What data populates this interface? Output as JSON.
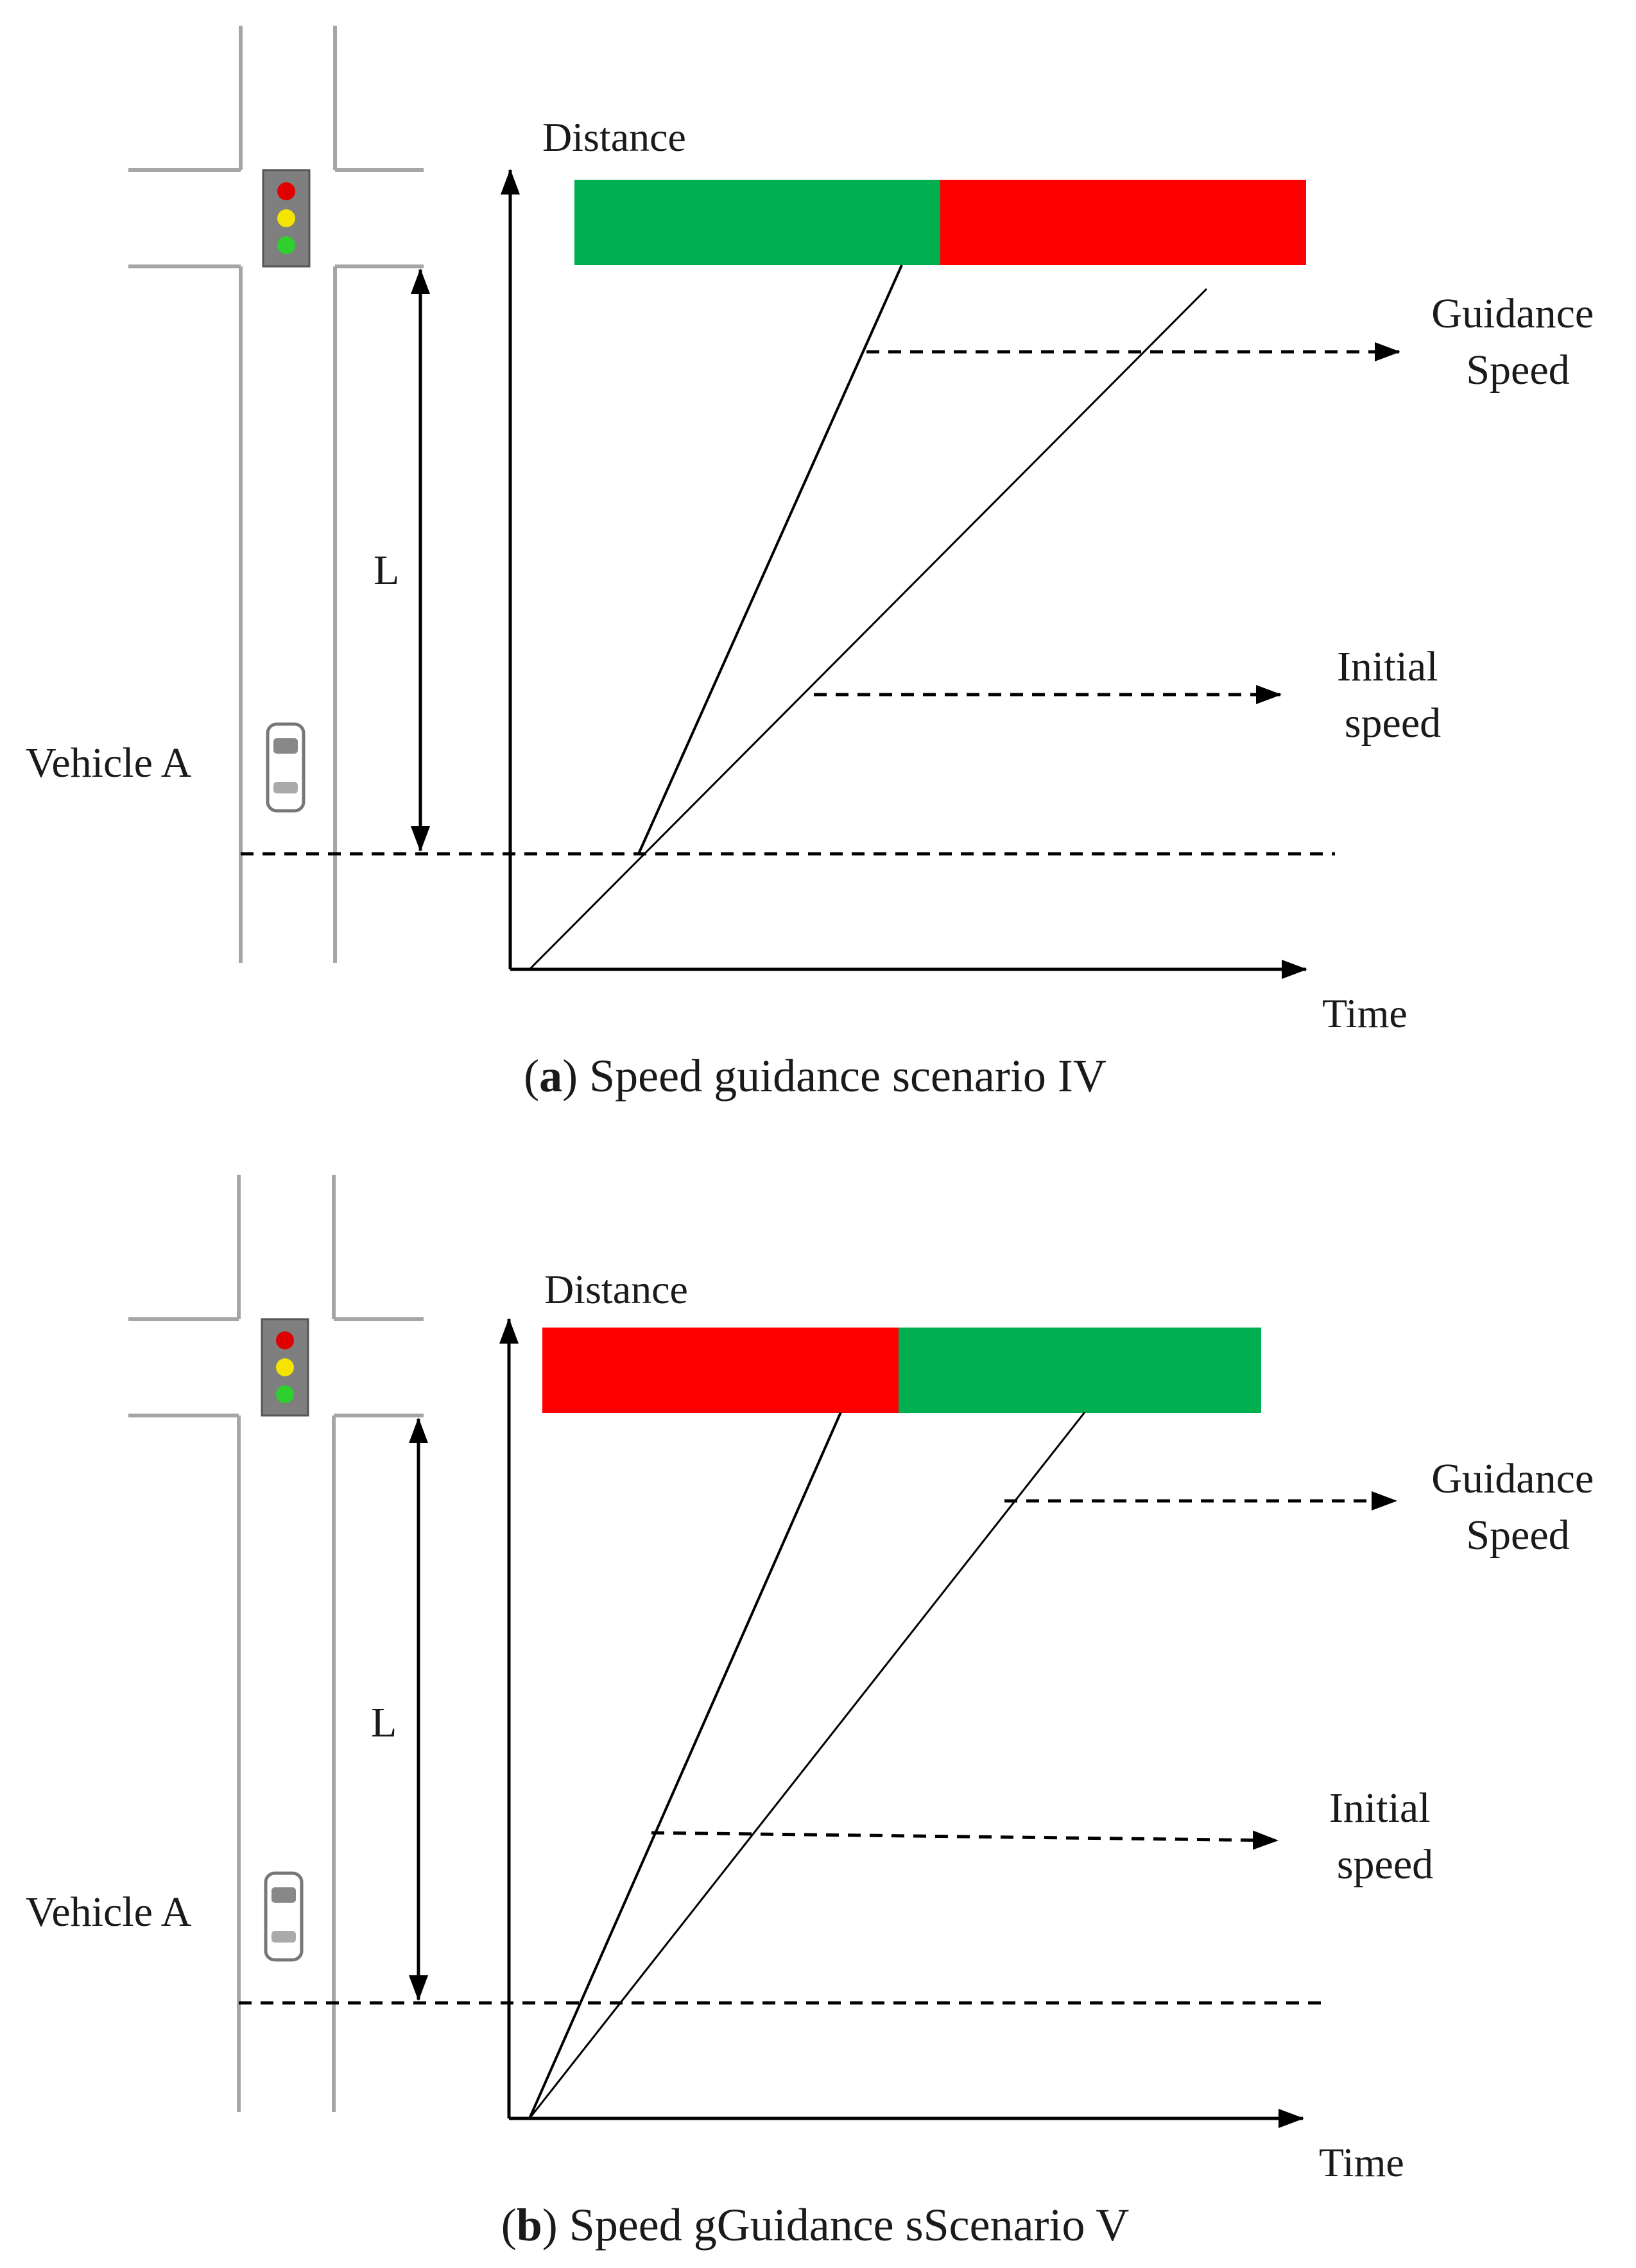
{
  "panels": [
    {
      "id": "a",
      "labels": {
        "y_axis": "Distance",
        "x_axis": "Time",
        "guidance_line1": "Guidance",
        "guidance_line2": "Speed",
        "initial_line1": "Initial",
        "initial_line2": "speed",
        "distance_marker": "L",
        "vehicle": "Vehicle A"
      },
      "caption": {
        "open": "(",
        "letter": "a",
        "rest": ") Speed guidance scenario IV"
      },
      "signal_phases": [
        {
          "phase": "green",
          "color": "#00b050"
        },
        {
          "phase": "red",
          "color": "#ff0000"
        }
      ]
    },
    {
      "id": "b",
      "labels": {
        "y_axis": "Distance",
        "x_axis": "Time",
        "guidance_line1": "Guidance",
        "guidance_line2": "Speed",
        "initial_line1": "Initial",
        "initial_line2": "speed",
        "distance_marker": "L",
        "vehicle": "Vehicle A"
      },
      "caption": {
        "open": "(",
        "letter": "b",
        "rest": ") Speed gGuidance sScenario V"
      },
      "signal_phases": [
        {
          "phase": "red",
          "color": "#ff0000"
        },
        {
          "phase": "green",
          "color": "#00b050"
        }
      ]
    }
  ],
  "colors": {
    "road": "#a6a6a6",
    "signal_housing": "#7f7f7f",
    "light_red": "#e00000",
    "light_yellow": "#f5e400",
    "light_green": "#2fcf2f",
    "line": "#000000"
  }
}
